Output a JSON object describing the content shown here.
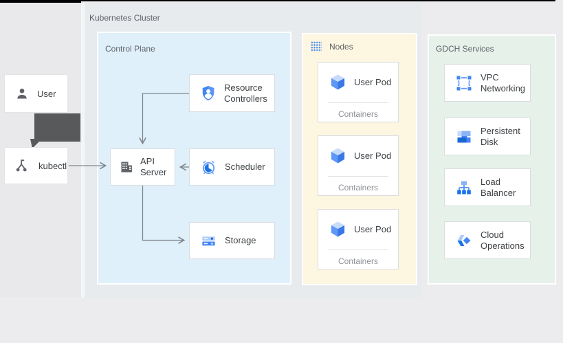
{
  "diagram": {
    "title": "Kubernetes Cluster"
  },
  "colors": {
    "accent_blue": "#4285f4",
    "control_plane_bg": "#dff0fb",
    "nodes_bg": "#fdf6e0",
    "gdch_bg": "#e6f1ea",
    "card_border": "#dadce0",
    "section_label_text": "#5f6368",
    "card_text": "#3c4043",
    "muted_text": "#8d9196",
    "arrow_line": "#80868b",
    "thick_arrow": "#58595b"
  },
  "actors": {
    "user": {
      "label": "User",
      "icon": "person-icon"
    },
    "kubectl": {
      "label": "kubectl",
      "icon": "kubectl-icon"
    }
  },
  "control_plane": {
    "label": "Control Plane",
    "cards": [
      {
        "label": "Resource Controllers",
        "icon": "shield-person-icon"
      },
      {
        "label": "API Server",
        "icon": "building-icon"
      },
      {
        "label": "Scheduler",
        "icon": "alarm-clock-icon"
      },
      {
        "label": "Storage",
        "icon": "storage-stack-icon"
      }
    ]
  },
  "nodes": {
    "label": "Nodes",
    "icon": "dot-grid-icon",
    "pods": [
      {
        "label": "User Pod",
        "sublabel": "Containers",
        "icon": "cube-icon"
      },
      {
        "label": "User Pod",
        "sublabel": "Containers",
        "icon": "cube-icon"
      },
      {
        "label": "User Pod",
        "sublabel": "Containers",
        "icon": "cube-icon"
      }
    ]
  },
  "gdch": {
    "label": "GDCH Services",
    "cards": [
      {
        "label": "VPC Networking",
        "icon": "vpc-icon"
      },
      {
        "label": "Persistent Disk",
        "icon": "persistent-disk-icon"
      },
      {
        "label": "Load Balancer",
        "icon": "load-balancer-icon"
      },
      {
        "label": "Cloud Operations",
        "icon": "cloud-operations-icon"
      }
    ]
  }
}
